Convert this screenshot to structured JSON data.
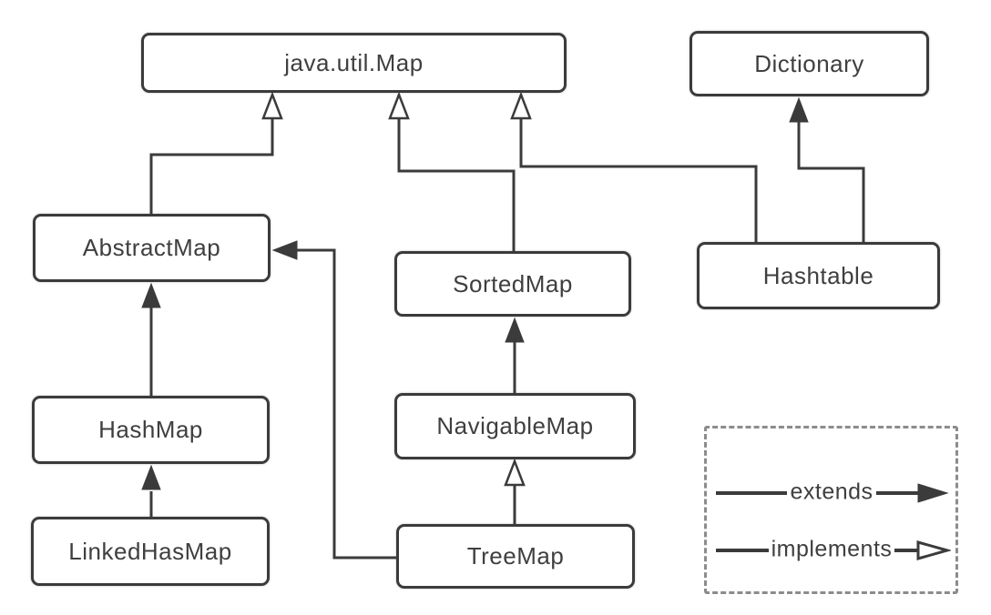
{
  "diagram": {
    "nodes": [
      {
        "id": "java-util-map",
        "label": "java.util.Map"
      },
      {
        "id": "dictionary",
        "label": "Dictionary"
      },
      {
        "id": "abstract-map",
        "label": "AbstractMap"
      },
      {
        "id": "sorted-map",
        "label": "SortedMap"
      },
      {
        "id": "hashtable",
        "label": "Hashtable"
      },
      {
        "id": "hash-map",
        "label": "HashMap"
      },
      {
        "id": "navigable-map",
        "label": "NavigableMap"
      },
      {
        "id": "linked-has-map",
        "label": "LinkedHasMap"
      },
      {
        "id": "tree-map",
        "label": "TreeMap"
      }
    ],
    "edges": [
      {
        "from": "AbstractMap",
        "to": "java.util.Map",
        "type": "implements"
      },
      {
        "from": "SortedMap",
        "to": "java.util.Map",
        "type": "implements"
      },
      {
        "from": "Hashtable",
        "to": "java.util.Map",
        "type": "implements"
      },
      {
        "from": "Hashtable",
        "to": "Dictionary",
        "type": "extends"
      },
      {
        "from": "HashMap",
        "to": "AbstractMap",
        "type": "extends"
      },
      {
        "from": "LinkedHasMap",
        "to": "HashMap",
        "type": "extends"
      },
      {
        "from": "NavigableMap",
        "to": "SortedMap",
        "type": "extends"
      },
      {
        "from": "TreeMap",
        "to": "NavigableMap",
        "type": "implements"
      },
      {
        "from": "TreeMap",
        "to": "AbstractMap",
        "type": "extends"
      }
    ],
    "legend": {
      "extends_label": "extends",
      "implements_label": "implements"
    },
    "colors": {
      "line": "#3b3b3b",
      "box_border": "#3b3b3b",
      "box_fill": "#ffffff",
      "background": "#ffffff",
      "legend_border": "#8c8c8c"
    }
  }
}
